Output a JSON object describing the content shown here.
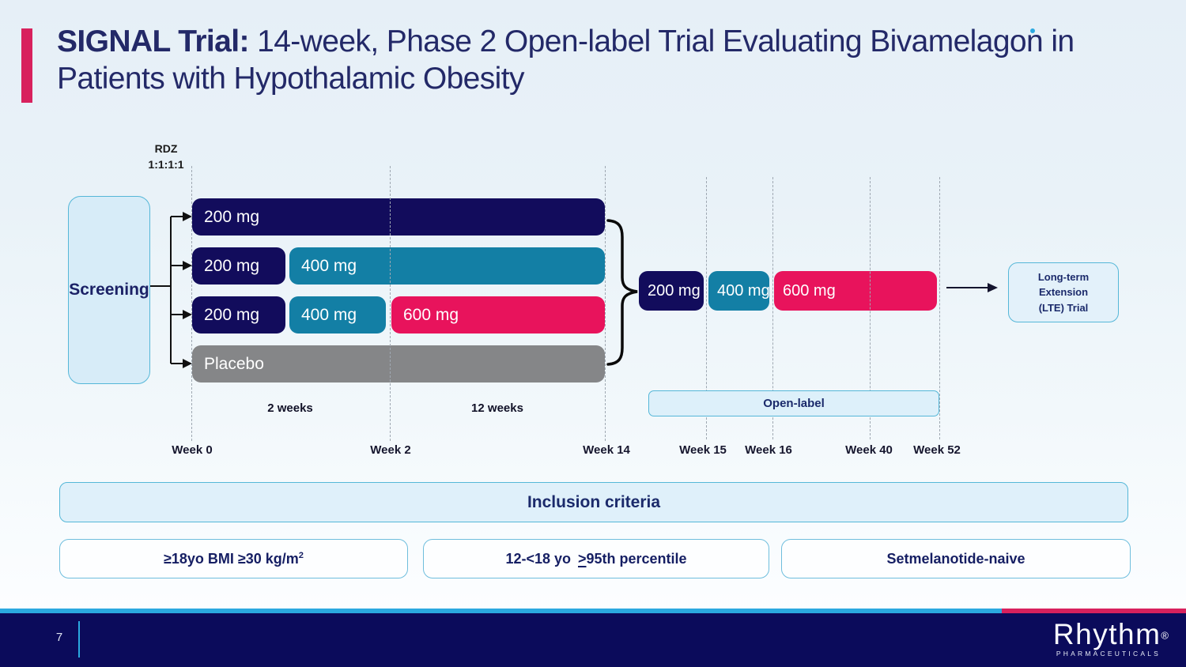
{
  "colors": {
    "accent_crimson": "#d8215d",
    "navy_bar": "#120c5c",
    "teal_bar": "#137fa5",
    "pink_bar": "#e8135c",
    "gray_bar": "#858688",
    "footer_navy": "#0b0b5b",
    "footer_blue_strip": "#2ba9e0",
    "title_navy": "#232968"
  },
  "header": {
    "title_lead": "SIGNAL Trial:",
    "title_rest": " 14-week, Phase 2 Open-label Trial Evaluating Bivamelagon in Patients with Hypothalamic Obesity"
  },
  "diagram": {
    "randomization": {
      "line1": "RDZ",
      "line2": "1:1:1:1"
    },
    "screening_label": "Screening",
    "arms": [
      {
        "segments": [
          {
            "label": "200 mg"
          }
        ]
      },
      {
        "segments": [
          {
            "label": "200 mg"
          },
          {
            "label": "400 mg"
          }
        ]
      },
      {
        "segments": [
          {
            "label": "200 mg"
          },
          {
            "label": "400 mg"
          },
          {
            "label": "600 mg"
          }
        ]
      },
      {
        "segments": [
          {
            "label": "Placebo"
          }
        ]
      }
    ],
    "open_label_segments": [
      "200 mg",
      "400 mg",
      "600 mg"
    ],
    "durations": [
      "2 weeks",
      "12 weeks"
    ],
    "open_label_box": "Open-label",
    "lte_box_lines": [
      "Long-term",
      "Extension",
      "(LTE) Trial"
    ],
    "week_labels": [
      "Week 0",
      "Week 2",
      "Week 14",
      "Week 15",
      "Week 16",
      "Week 40",
      "Week 52"
    ]
  },
  "inclusion": {
    "title": "Inclusion criteria",
    "criteria1": {
      "text": "≥18yo BMI ≥30 kg/m",
      "sup": "2"
    },
    "criteria2": {
      "pre": "12-<18 yo",
      "underlined": ">",
      "post": "95th percentile"
    },
    "criteria3": {
      "text": "Setmelanotide-naive"
    }
  },
  "footer": {
    "page_number": "7",
    "brand": "Rhythm",
    "registered": "®",
    "brand_sub": "PHARMACEUTICALS"
  }
}
